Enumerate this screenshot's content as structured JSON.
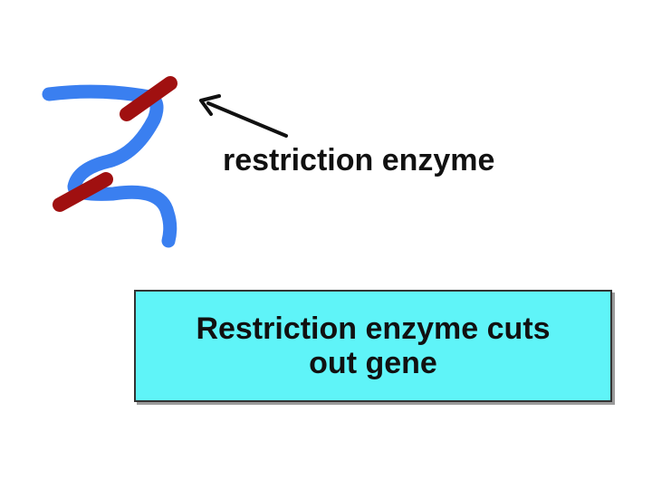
{
  "label": {
    "enzyme": "restriction enzyme"
  },
  "caption": {
    "line1": "Restriction enzyme cuts",
    "line2": "out gene"
  },
  "colors": {
    "dna_strand": "#3a7ff0",
    "enzyme": "#a01010",
    "arrow": "#111111",
    "caption_bg": "#5ff4f8",
    "caption_border": "#333333"
  },
  "icons": {
    "strand": "dna-strand-icon",
    "enzyme": "enzyme-marker-icon",
    "arrow": "arrow-icon"
  }
}
